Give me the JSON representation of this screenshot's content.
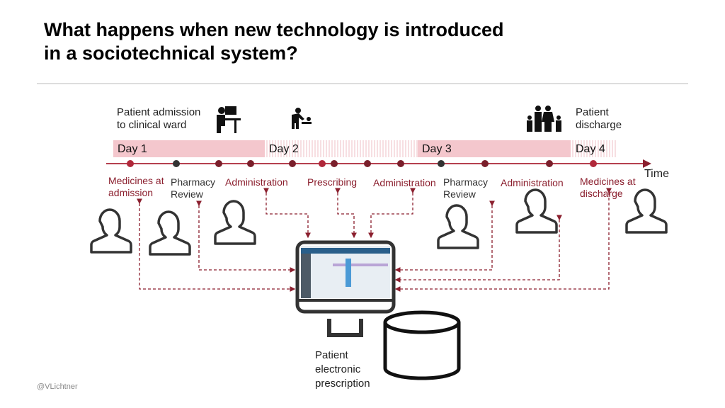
{
  "title_line1": "What happens when new technology is introduced",
  "title_line2": "in a sociotechnical system?",
  "events": {
    "admission_l1": "Patient admission",
    "admission_l2": "to clinical ward",
    "discharge_l1": "Patient",
    "discharge_l2": "discharge"
  },
  "days": [
    "Day 1",
    "Day 2",
    "Day 3",
    "Day 4"
  ],
  "time_label": "Time",
  "steps": {
    "med_adm_l1": "Medicines at",
    "med_adm_l2": "admission",
    "pharm1_l1": "Pharmacy",
    "pharm1_l2": "Review",
    "admin1": "Administration",
    "prescribing": "Prescribing",
    "admin2": "Administration",
    "pharm2_l1": "Pharmacy",
    "pharm2_l2": "Review",
    "admin3": "Administration",
    "med_dis_l1": "Medicines at",
    "med_dis_l2": "discharge"
  },
  "system_l1": "Patient",
  "system_l2": "electronic",
  "system_l3": "prescription",
  "credit": "@VLichtner",
  "colors": {
    "accent": "#8b1f2e",
    "band": "#f4c7cd"
  }
}
